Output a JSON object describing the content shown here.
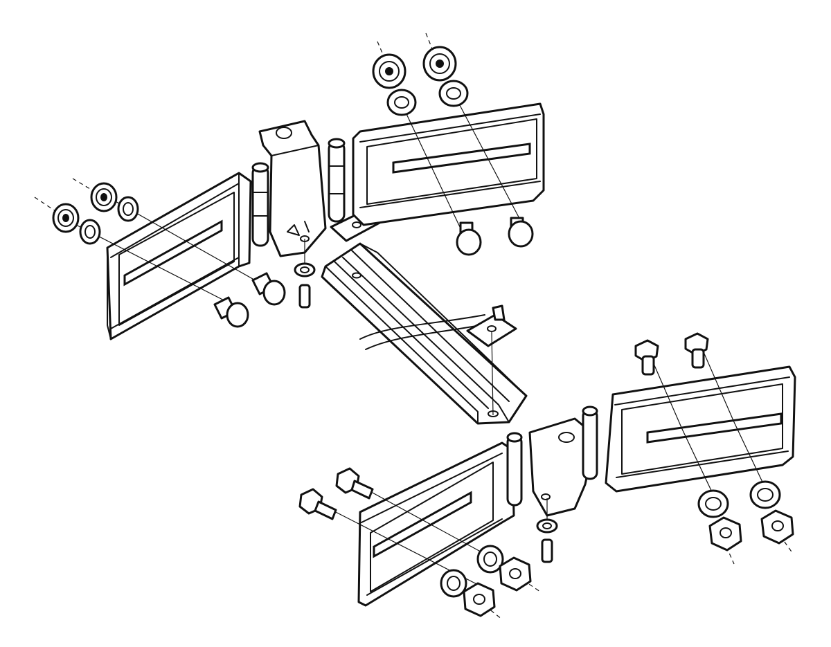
{
  "diagram": {
    "kind": "exploded-assembly-drawing",
    "colors": {
      "ink": "#111111",
      "paper": "#ffffff"
    },
    "parts": [
      "bracket-left",
      "bracket-top",
      "hinge-plate-center",
      "channel-rail",
      "bracket-bottom-left",
      "bracket-bottom-right",
      "hinge-plate-lower",
      "flange-nut",
      "washer",
      "carriage-bolt",
      "hex-bolt",
      "hex-nut",
      "small-screw",
      "cable",
      "clip-plate"
    ]
  }
}
